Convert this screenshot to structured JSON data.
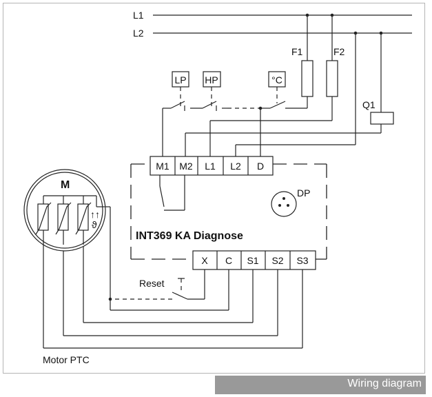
{
  "diagram": {
    "lines": {
      "l1": "L1",
      "l2": "L2"
    },
    "fuses": {
      "f1": "F1",
      "f2": "F2"
    },
    "contactor": "Q1",
    "sensors": {
      "lp": "LP",
      "hp": "HP",
      "temp": "°C"
    },
    "module": {
      "title": "INT369 KA Diagnose",
      "top_terminals": [
        "M1",
        "M2",
        "L1",
        "L2",
        "D"
      ],
      "bottom_terminals": [
        "X",
        "C",
        "S1",
        "S2",
        "S3"
      ],
      "port": "DP"
    },
    "reset": "Reset",
    "motor": {
      "label": "M",
      "theta": "ϑ",
      "arrows": "↑↑"
    },
    "motor_ptc": "Motor PTC"
  },
  "caption": "Wiring diagram"
}
